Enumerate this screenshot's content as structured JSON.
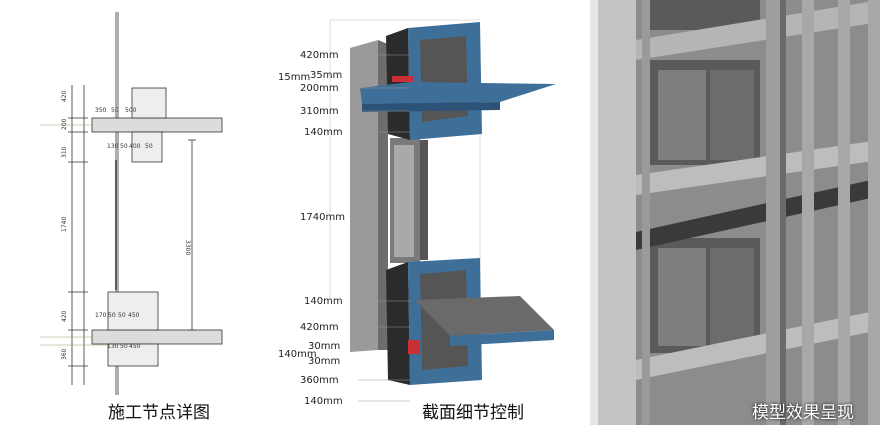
{
  "panels": [
    {
      "caption": "施工节点详图"
    },
    {
      "caption": "截面细节控制"
    },
    {
      "caption": "模型效果呈现"
    }
  ],
  "detail_dims": {
    "top": [
      "350",
      "50",
      "500"
    ],
    "mid": [
      "130",
      "50",
      "400",
      "50"
    ],
    "low": [
      "170",
      "50",
      "50",
      "450"
    ],
    "base": [
      "130",
      "50",
      "450"
    ],
    "height": "3300",
    "left": [
      "420",
      "200",
      "310",
      "1740",
      "420",
      "360"
    ]
  },
  "section_dims": [
    "420mm",
    "15mm",
    "35mm",
    "200mm",
    "310mm",
    "140mm",
    "1740mm",
    "140mm",
    "420mm",
    "30mm",
    "140mm",
    "30mm",
    "360mm",
    "140mm"
  ],
  "colors": {
    "steel": "#3e6f99",
    "accent": "#cc2f33",
    "concrete": "#8a8a8a"
  }
}
